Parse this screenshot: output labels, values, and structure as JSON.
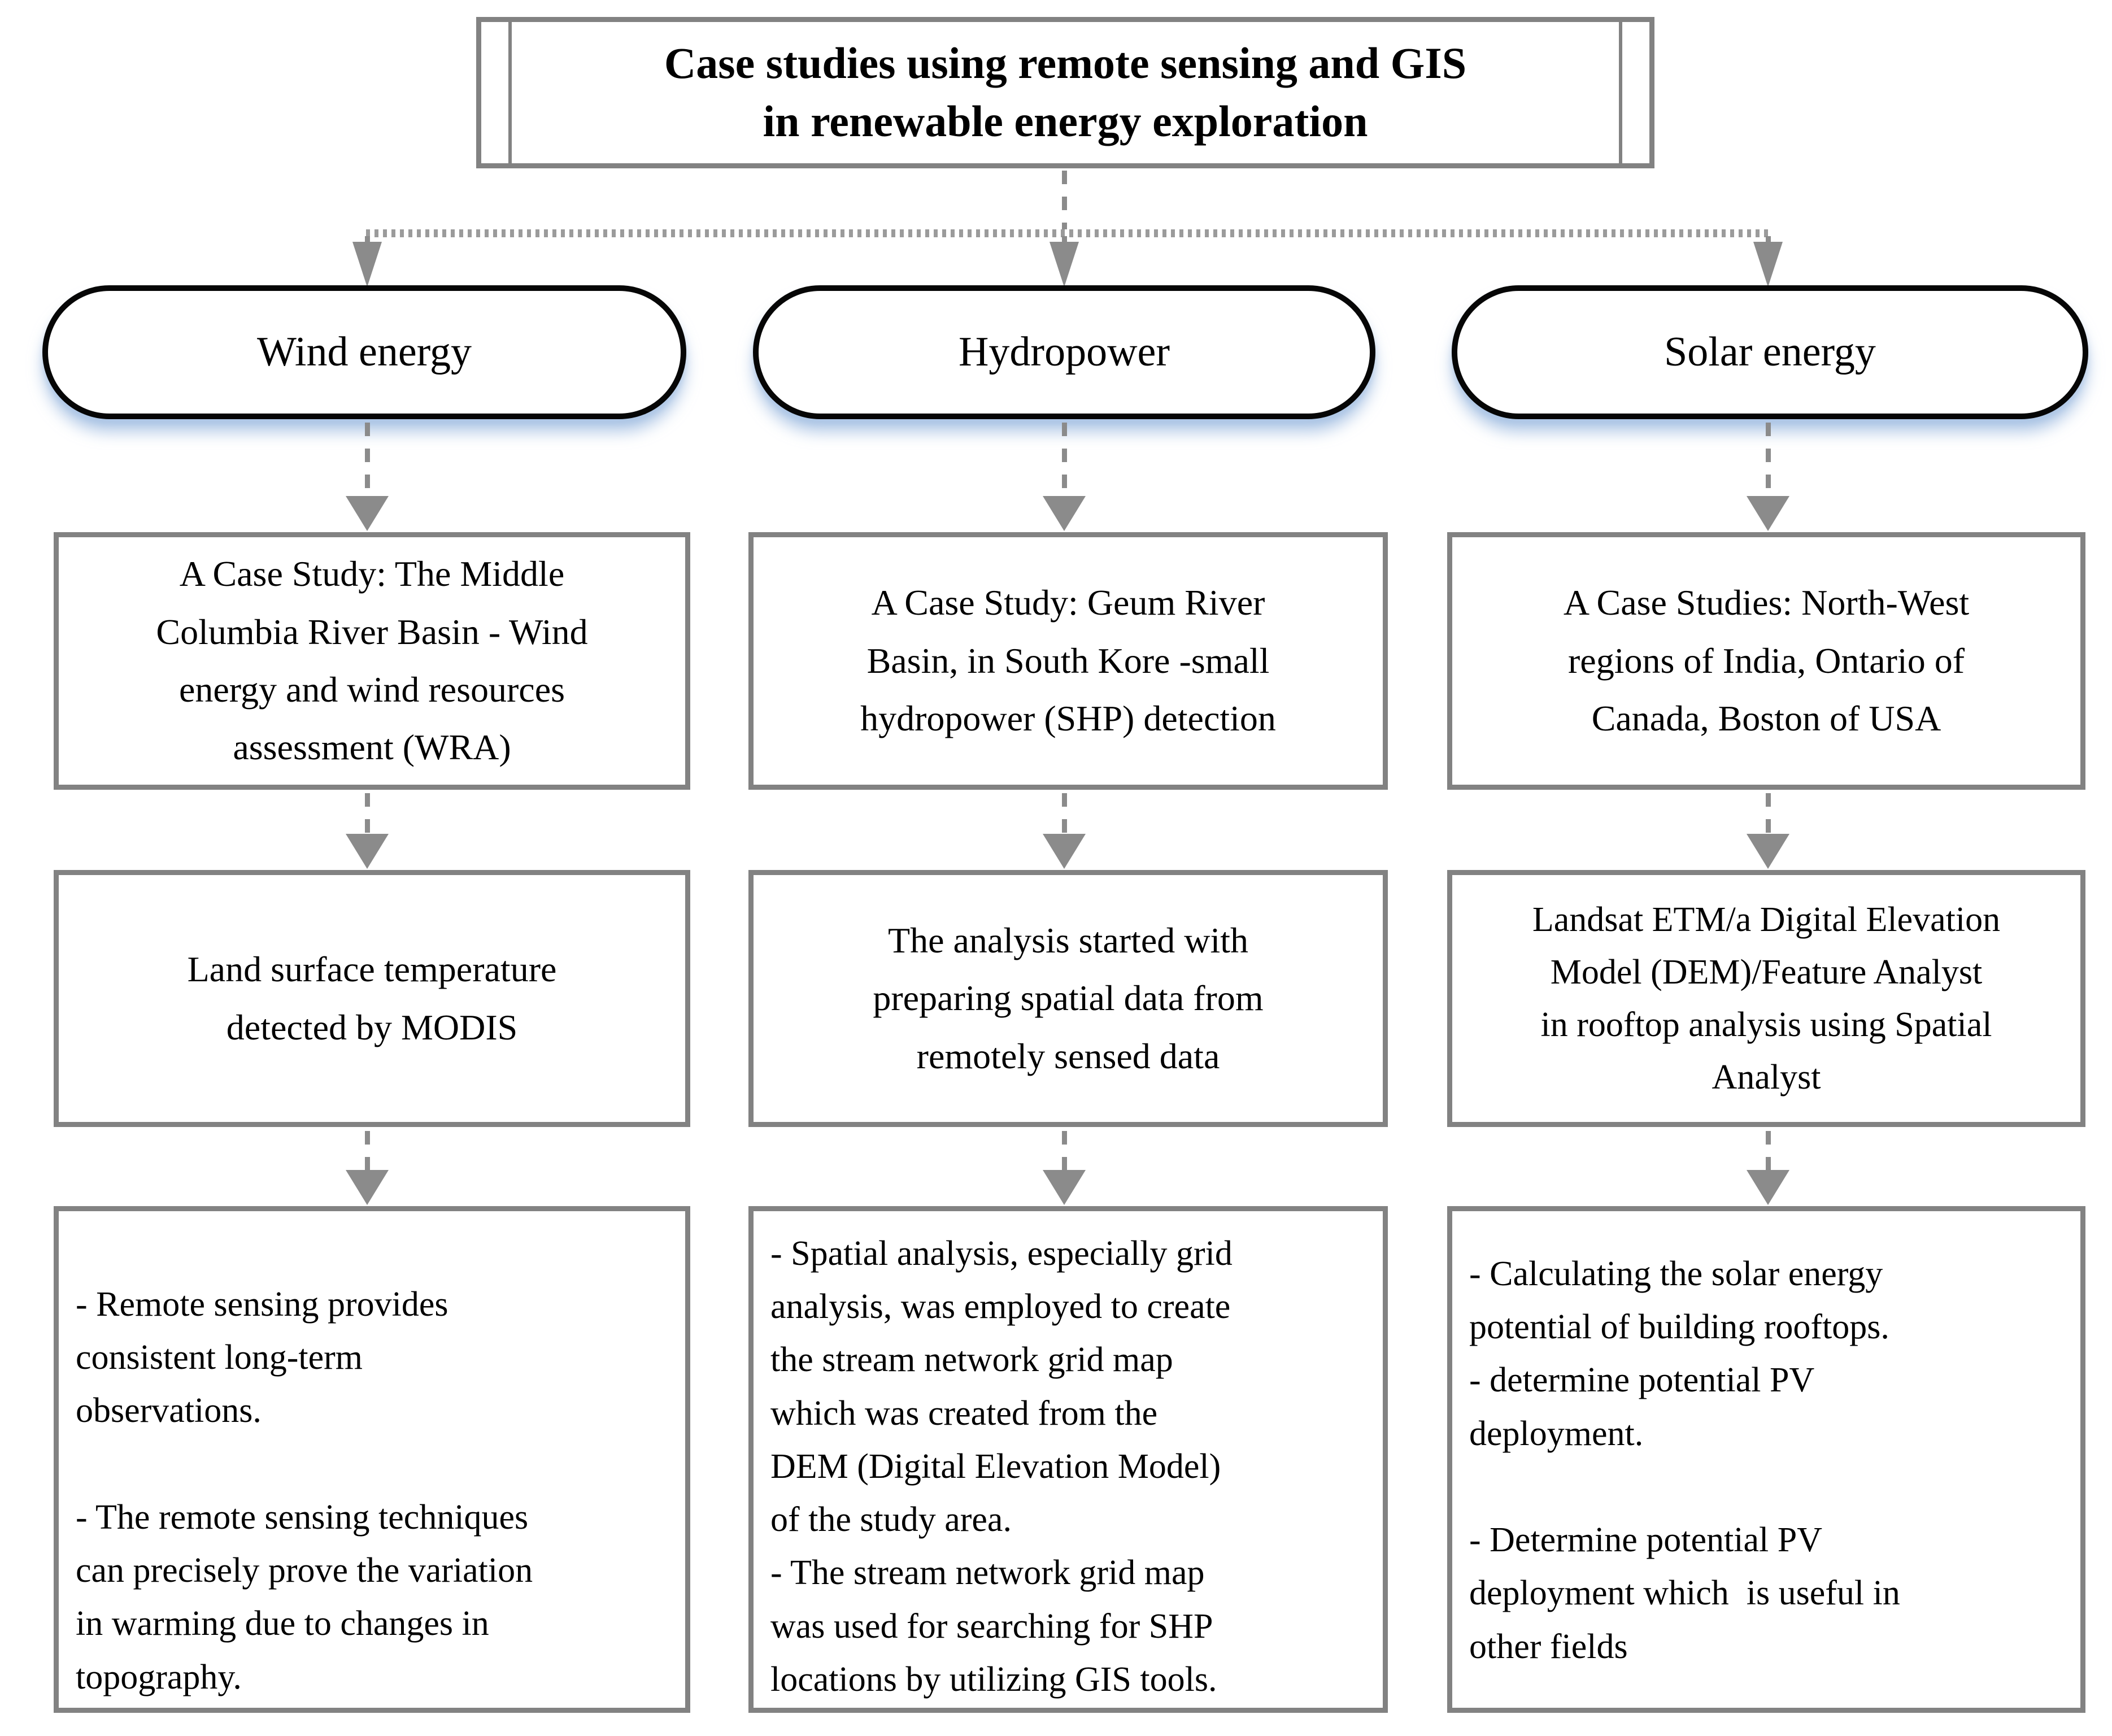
{
  "title": "Case studies using remote sensing and GIS\nin renewable energy exploration",
  "columns": [
    {
      "header": "Wind energy",
      "case_study": "A Case Study: The Middle\nColumbia River Basin - Wind\nenergy and wind resources\nassessment (WRA)",
      "method": "Land surface temperature\ndetected by MODIS",
      "findings": "- Remote sensing provides\nconsistent long-term\nobservations.\n\n- The remote sensing techniques\ncan precisely prove the variation\nin warming due to changes in\ntopography."
    },
    {
      "header": "Hydropower",
      "case_study": "A Case Study: Geum River\nBasin, in South Kore -small\nhydropower (SHP) detection",
      "method": "The analysis started with\npreparing spatial data from\nremotely sensed data",
      "findings": "- Spatial analysis, especially grid\nanalysis, was employed to create\nthe stream network grid map\nwhich was created from the\nDEM (Digital Elevation Model)\nof the study area.\n- The stream network grid map\nwas used for searching for SHP\nlocations by utilizing GIS tools."
    },
    {
      "header": "Solar energy",
      "case_study": "A Case Studies: North-West\nregions of India, Ontario of\nCanada, Boston of USA",
      "method": "Landsat ETM/a Digital Elevation\nModel (DEM)/Feature Analyst\nin rooftop analysis using Spatial\nAnalyst",
      "findings": "- Calculating the solar energy\npotential of building rooftops.\n- determine potential PV\ndeployment.\n\n- Determine potential PV\ndeployment which  is useful in\nother fields"
    }
  ],
  "colors": {
    "box_border": "#828282",
    "stadium_border": "#060606",
    "stadium_shadow": "#93b4dd",
    "connector": "#8b8b8b",
    "text": "#000000",
    "background": "#ffffff"
  }
}
